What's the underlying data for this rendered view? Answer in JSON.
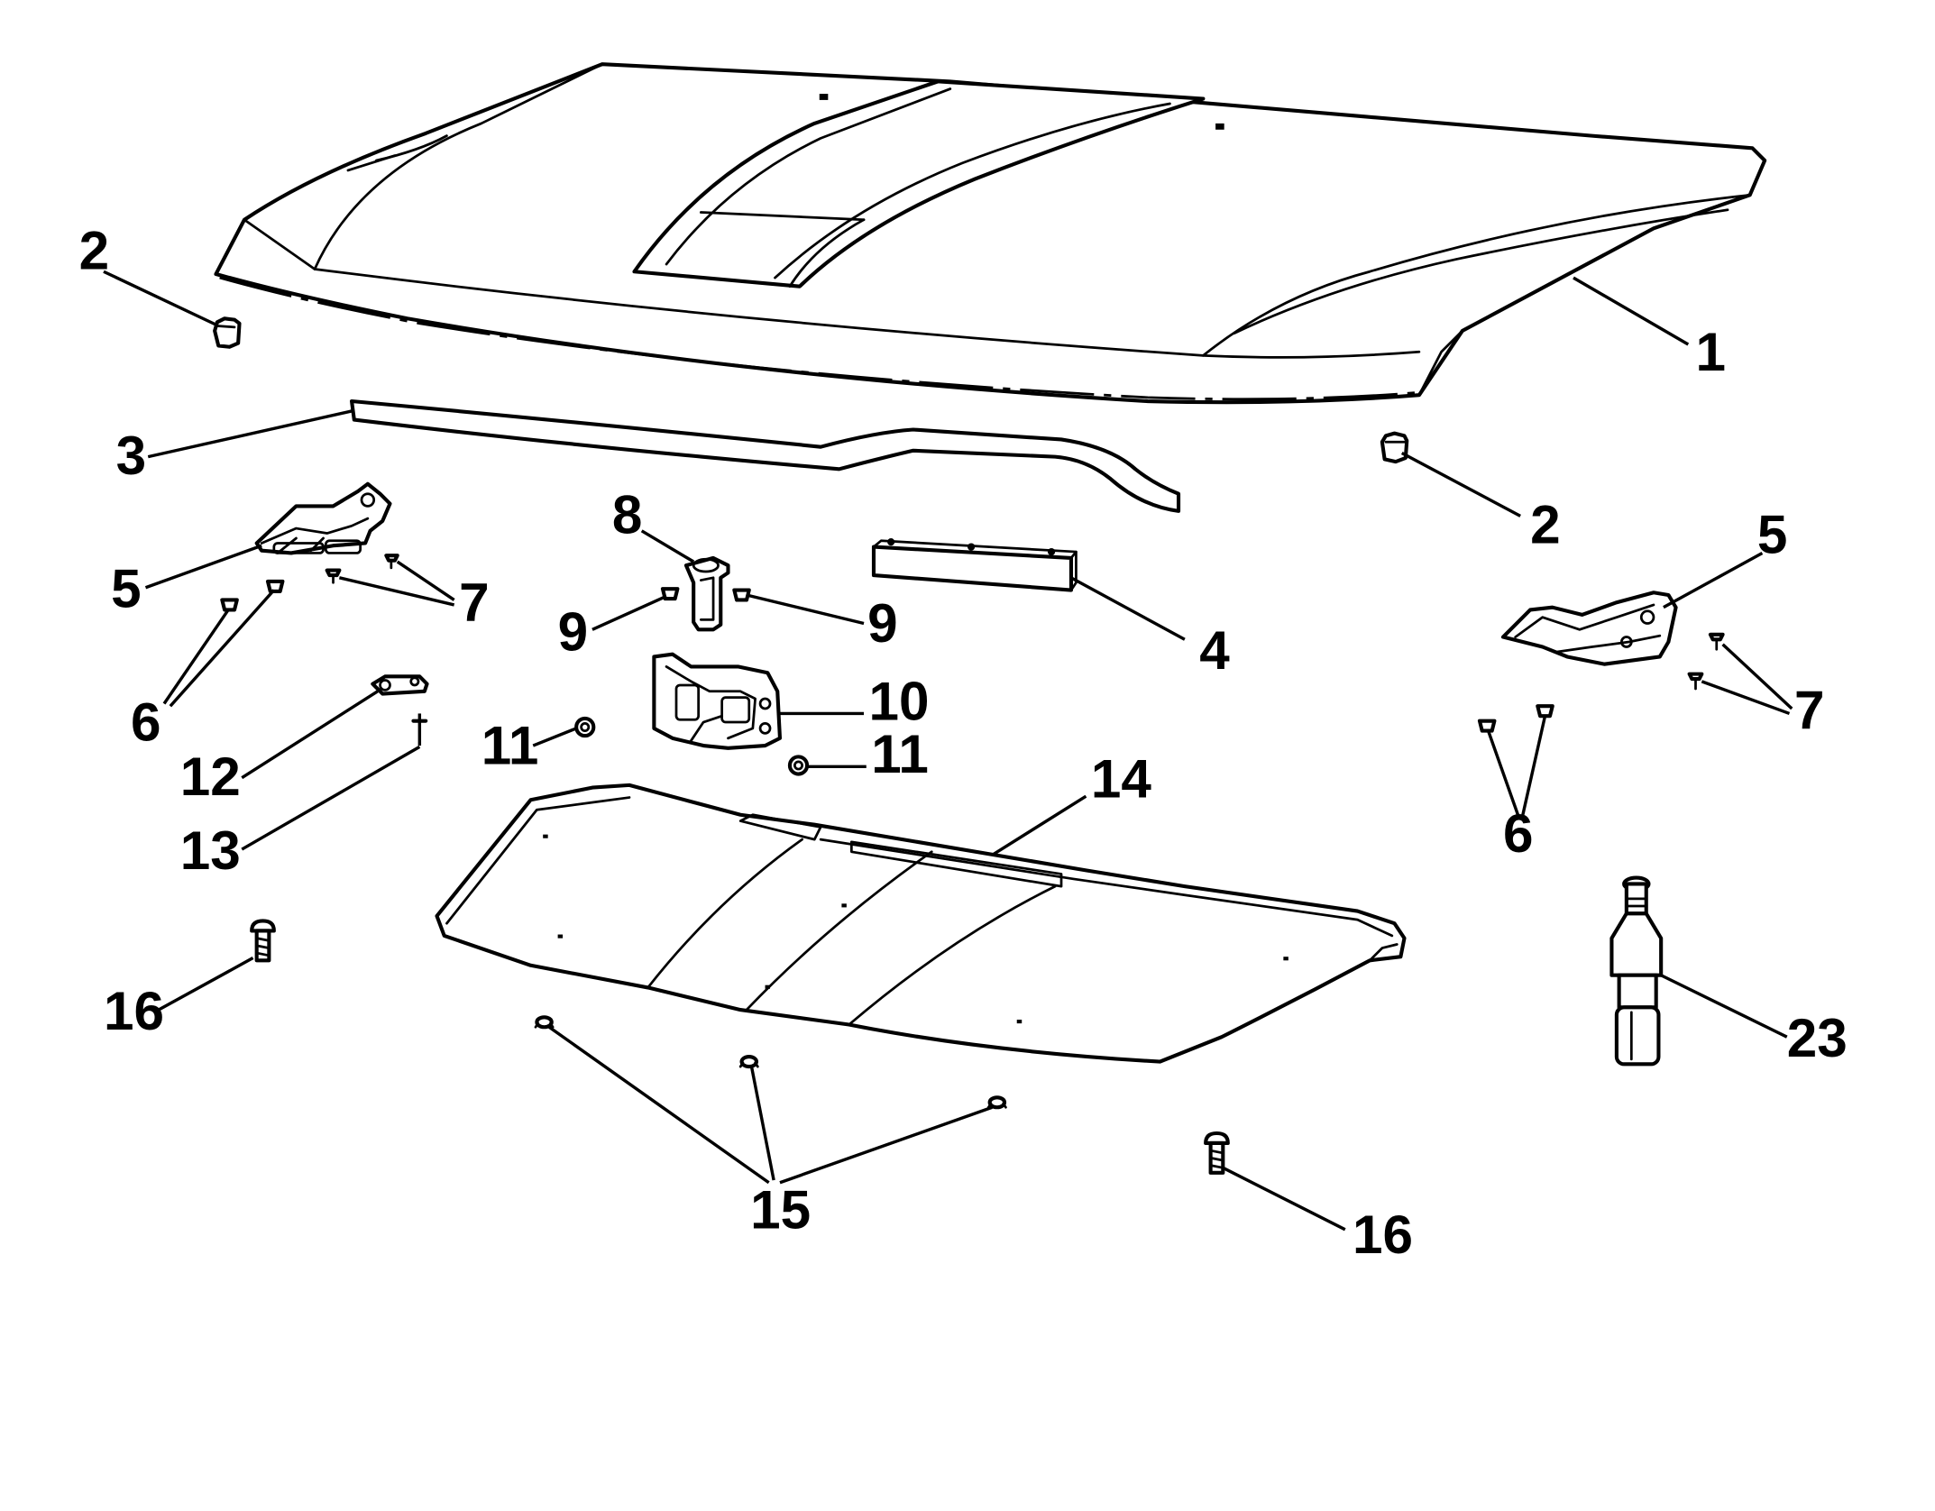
{
  "callouts": [
    {
      "id": "c1",
      "text": "1"
    },
    {
      "id": "c2a",
      "text": "2"
    },
    {
      "id": "c2b",
      "text": "2"
    },
    {
      "id": "c3",
      "text": "3"
    },
    {
      "id": "c4",
      "text": "4"
    },
    {
      "id": "c5a",
      "text": "5"
    },
    {
      "id": "c5b",
      "text": "5"
    },
    {
      "id": "c6a",
      "text": "6"
    },
    {
      "id": "c6b",
      "text": "6"
    },
    {
      "id": "c7a",
      "text": "7"
    },
    {
      "id": "c7b",
      "text": "7"
    },
    {
      "id": "c8",
      "text": "8"
    },
    {
      "id": "c9a",
      "text": "9"
    },
    {
      "id": "c9b",
      "text": "9"
    },
    {
      "id": "c10",
      "text": "10"
    },
    {
      "id": "c11a",
      "text": "11"
    },
    {
      "id": "c11b",
      "text": "11"
    },
    {
      "id": "c12",
      "text": "12"
    },
    {
      "id": "c13",
      "text": "13"
    },
    {
      "id": "c14",
      "text": "14"
    },
    {
      "id": "c15",
      "text": "15"
    },
    {
      "id": "c16a",
      "text": "16"
    },
    {
      "id": "c16b",
      "text": "16"
    },
    {
      "id": "c23",
      "text": "23"
    }
  ]
}
